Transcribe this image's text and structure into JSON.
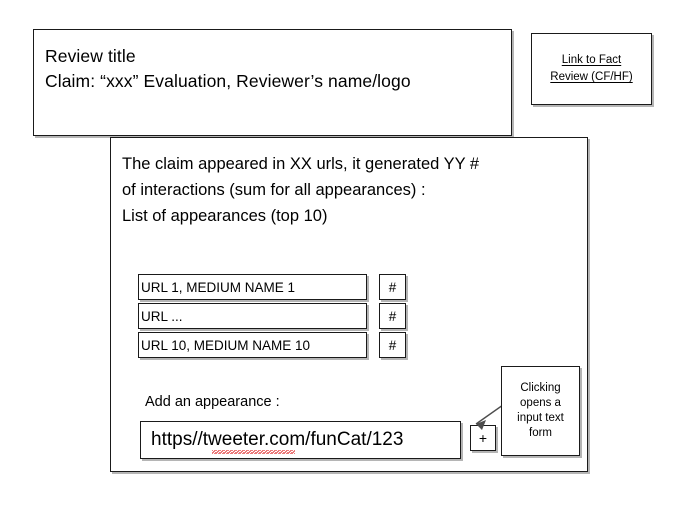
{
  "header": {
    "title_lines": [
      "Review title",
      "Claim: “xxx” Evaluation, Reviewer’s name/logo"
    ],
    "fact_link": {
      "line1": "Link to Fact",
      "line2": "Review (CF/HF)"
    }
  },
  "main": {
    "summary_lines": [
      "The claim appeared in XX urls, it generated YY #",
      "of interactions (sum for all appearances) :",
      "List of appearances (top 10)"
    ],
    "appearances": [
      {
        "url": "URL 1, MEDIUM NAME 1",
        "count": "#"
      },
      {
        "url": "URL ...",
        "count": "#"
      },
      {
        "url": "URL 10, MEDIUM NAME 10",
        "count": "#"
      }
    ],
    "add": {
      "label": "Add an appearance :",
      "input_value": "https//tweeter.com/funCat/123",
      "input_placeholder": "https//tweeter.com/funCat/123",
      "button_label": "+"
    }
  },
  "annotation": {
    "callout_lines": [
      "Clicking",
      "opens a",
      "input text",
      "form"
    ]
  },
  "colors": {
    "background": "#ffffff",
    "border": "#1a1a1a",
    "shadow": "#787878",
    "text": "#000000",
    "spellcheck_underline": "#e03030",
    "arrow": "#4d4d4d"
  }
}
